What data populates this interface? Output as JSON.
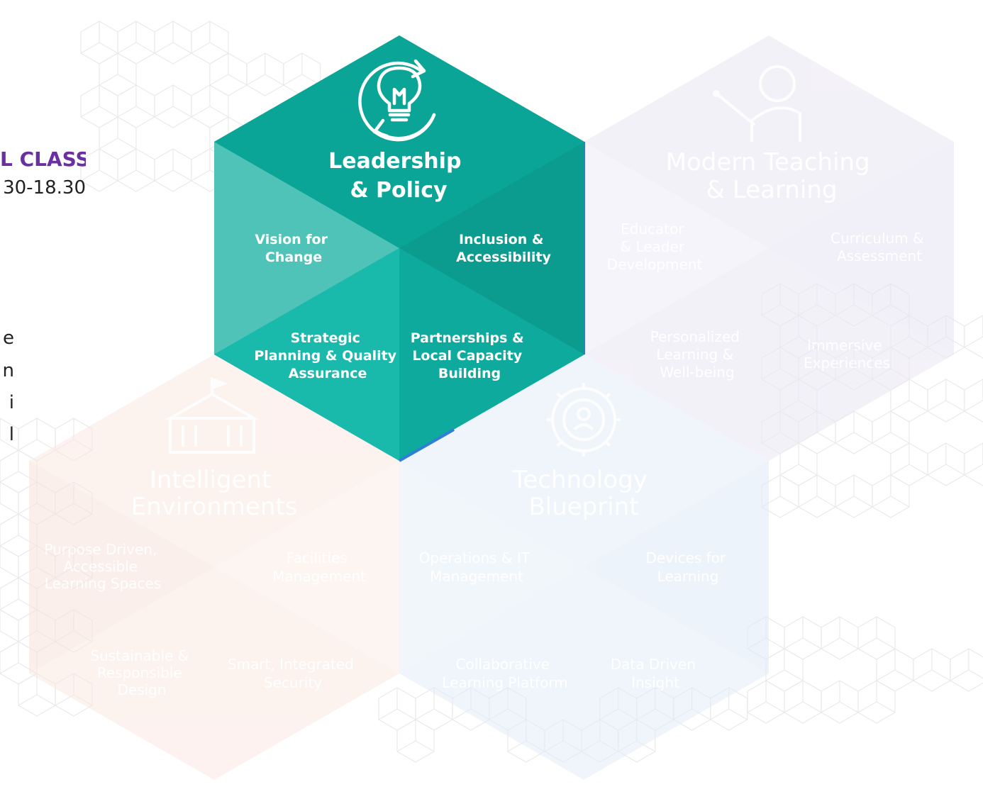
{
  "left_panel": {
    "class_label": "L CLASS",
    "time_label": "30-18.30",
    "fragments": [
      "e",
      "n",
      "i",
      "l"
    ]
  },
  "hexagons": {
    "leadership": {
      "title": [
        "Leadership",
        "& Policy"
      ],
      "icon": "lightbulb-cycle-icon",
      "color": "#0fa89b",
      "segments": {
        "vision": [
          "Vision for",
          "Change"
        ],
        "inclusion": [
          "Inclusion &",
          "Accessibility"
        ],
        "strategic": [
          "Strategic",
          "Planning & Quality",
          "Assurance"
        ],
        "partnerships": [
          "Partnerships &",
          "Local Capacity",
          "Building"
        ]
      }
    },
    "teaching": {
      "title": [
        "Modern Teaching",
        "& Learning"
      ],
      "icon": "teacher-icon",
      "color": "#ece9f4",
      "segments": {
        "educator": [
          "Educator",
          "& Leader",
          "Development"
        ],
        "curriculum": [
          "Curriculum &",
          "Assessment"
        ],
        "personalized": [
          "Personalized",
          "Learning &",
          "Well-being"
        ],
        "immersive": [
          "Immersive",
          "Experiences"
        ]
      }
    },
    "environments": {
      "title": [
        "Intelligent",
        "Environments"
      ],
      "icon": "school-building-icon",
      "color": "#fcece6",
      "segments": {
        "purpose": [
          "Purpose Driven,",
          "Accessible",
          "Learning Spaces"
        ],
        "facilities": [
          "Facilities",
          "Management"
        ],
        "sustainable": [
          "Sustainable &",
          "Responsible",
          "Design"
        ],
        "security": [
          "Smart, Integrated",
          "Security"
        ]
      }
    },
    "technology": {
      "title": [
        "Technology",
        "Blueprint"
      ],
      "icon": "gear-person-icon",
      "color": "#e6eff8",
      "segments": {
        "operations": [
          "Operations & IT",
          "Management"
        ],
        "devices": [
          "Devices for",
          "Learning"
        ],
        "collaborative": [
          "Collaborative",
          "Learning Platform"
        ],
        "insight": [
          "Data Driven",
          "Insight"
        ]
      }
    }
  }
}
